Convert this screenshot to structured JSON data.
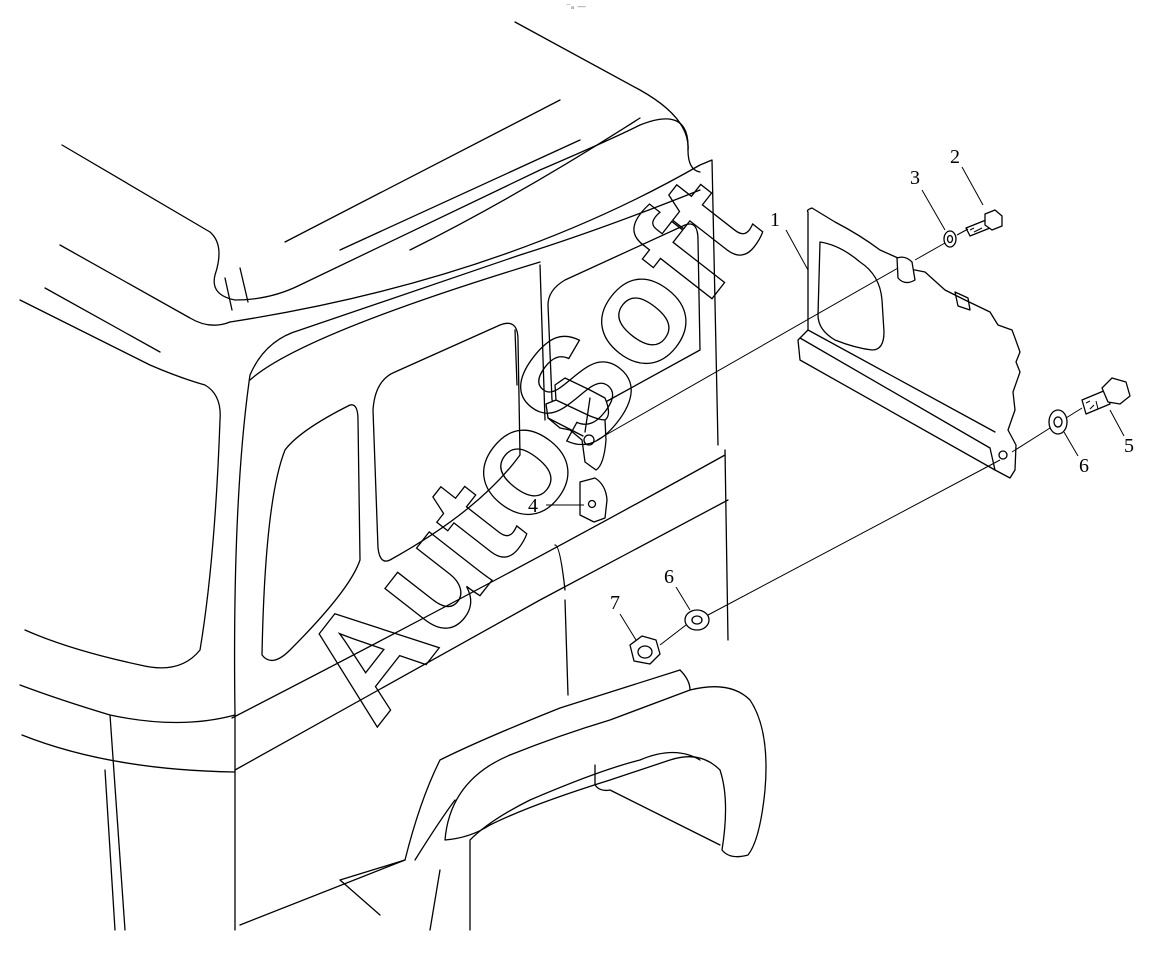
{
  "watermark": "AutoSoft",
  "top_mark": "⁻ₐ —",
  "callouts": {
    "c1": "1",
    "c2": "2",
    "c3": "3",
    "c4": "4",
    "c5": "5",
    "c6a": "6",
    "c6b": "6",
    "c7": "7"
  }
}
